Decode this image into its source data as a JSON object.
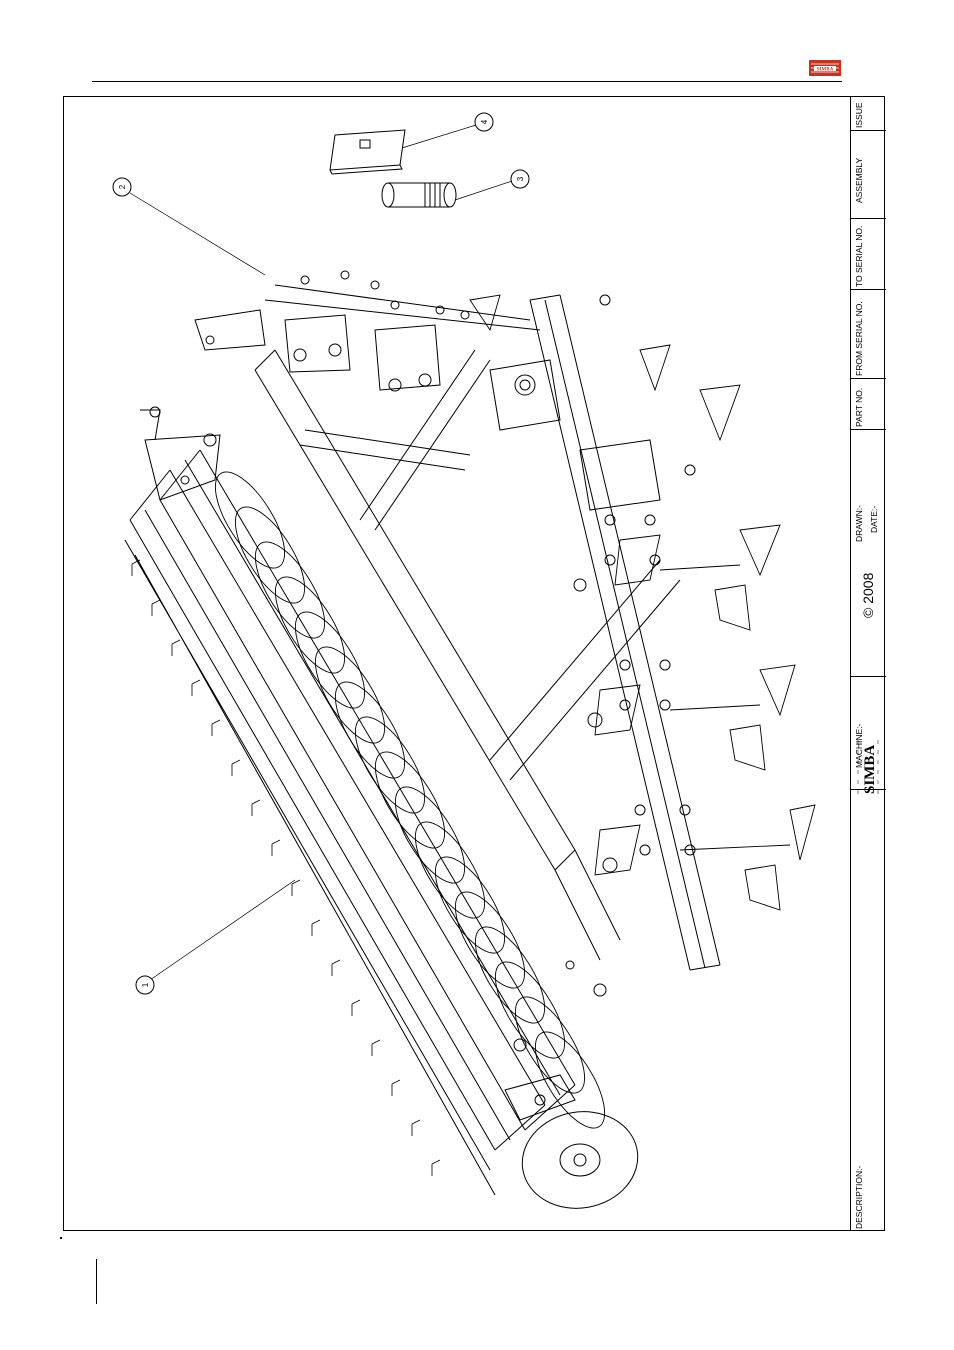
{
  "header": {
    "logo_text": "SIMBA"
  },
  "callouts": [
    {
      "number": "1"
    },
    {
      "number": "2"
    },
    {
      "number": "3"
    },
    {
      "number": "4"
    }
  ],
  "title_block": {
    "issue_label": "ISSUE",
    "assembly_label": "ASSEMBLY",
    "to_serial_label": "TO SERIAL NO.",
    "from_serial_label": "FROM SERIAL NO.",
    "part_no_label": "PART NO.",
    "drawn_label": "DRAWN:-",
    "date_label": "DATE:-",
    "brand_text": "SIMBA",
    "copyright_text": "© 2008",
    "machine_label": "MACHINE:-",
    "description_label": "DESCRIPTION:-"
  },
  "colors": {
    "logo_red": "#c8321e",
    "line": "#000000"
  }
}
